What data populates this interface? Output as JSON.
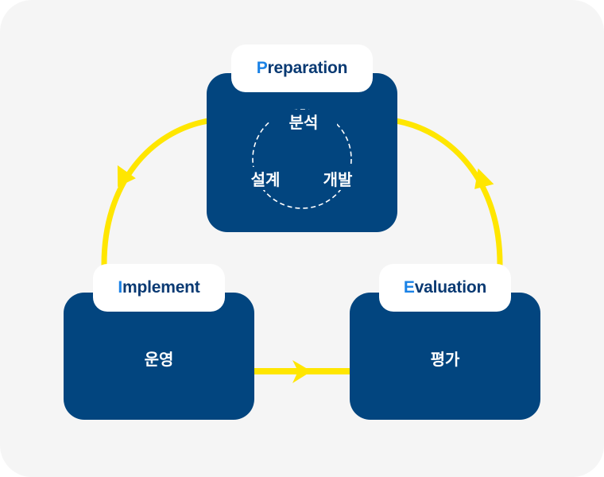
{
  "colors": {
    "background": "#f5f5f5",
    "box": "#02457f",
    "label_text": "#0a3a73",
    "label_initial": "#1a82e6",
    "arrow": "#ffe600"
  },
  "stages": {
    "preparation": {
      "initial": "P",
      "rest": "reparation",
      "steps": {
        "top": "분석",
        "left": "설계",
        "right": "개발"
      }
    },
    "implement": {
      "initial": "I",
      "rest": "mplement",
      "content": "운영"
    },
    "evaluation": {
      "initial": "E",
      "rest": "valuation",
      "content": "평가"
    }
  }
}
